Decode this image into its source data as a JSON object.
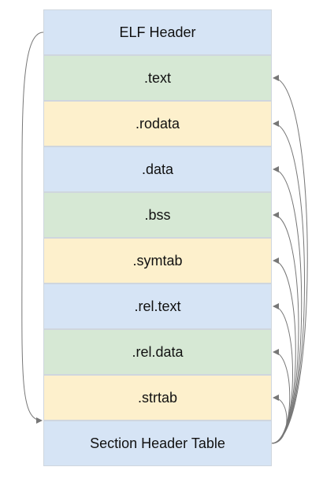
{
  "sections": [
    {
      "label": "ELF Header",
      "fill": "#d6e4f5"
    },
    {
      "label": ".text",
      "fill": "#d6e8d4"
    },
    {
      "label": ".rodata",
      "fill": "#fdf0cc"
    },
    {
      "label": ".data",
      "fill": "#d6e4f5"
    },
    {
      "label": ".bss",
      "fill": "#d6e8d4"
    },
    {
      "label": ".symtab",
      "fill": "#fdf0cc"
    },
    {
      "label": ".rel.text",
      "fill": "#d6e4f5"
    },
    {
      "label": ".rel.data",
      "fill": "#d6e8d4"
    },
    {
      "label": ".strtab",
      "fill": "#fdf0cc"
    },
    {
      "label": "Section Header Table",
      "fill": "#d6e4f5"
    }
  ],
  "arrow_color": "#777777"
}
